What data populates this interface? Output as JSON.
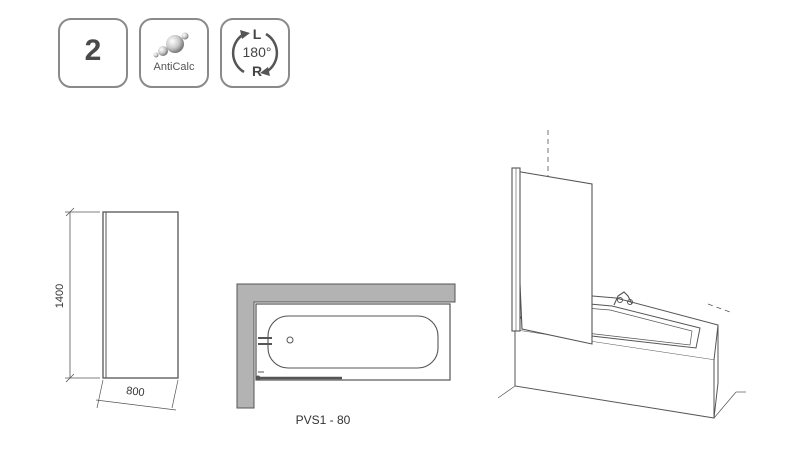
{
  "badges": {
    "door_count": "2",
    "anticalc_label": "AntiCalc",
    "rotation_left": "L",
    "rotation_angle": "180°",
    "rotation_right": "R"
  },
  "panel_view": {
    "height_label": "1400",
    "width_label": "800"
  },
  "plan_view": {
    "model_label": "PVS1 - 80"
  },
  "icons": [
    "water-drops-icon",
    "rotation-arrows-icon"
  ],
  "colors": {
    "badge_border": "#8a8a8a",
    "wall_fill": "#b3b3b3",
    "line": "#555555"
  }
}
